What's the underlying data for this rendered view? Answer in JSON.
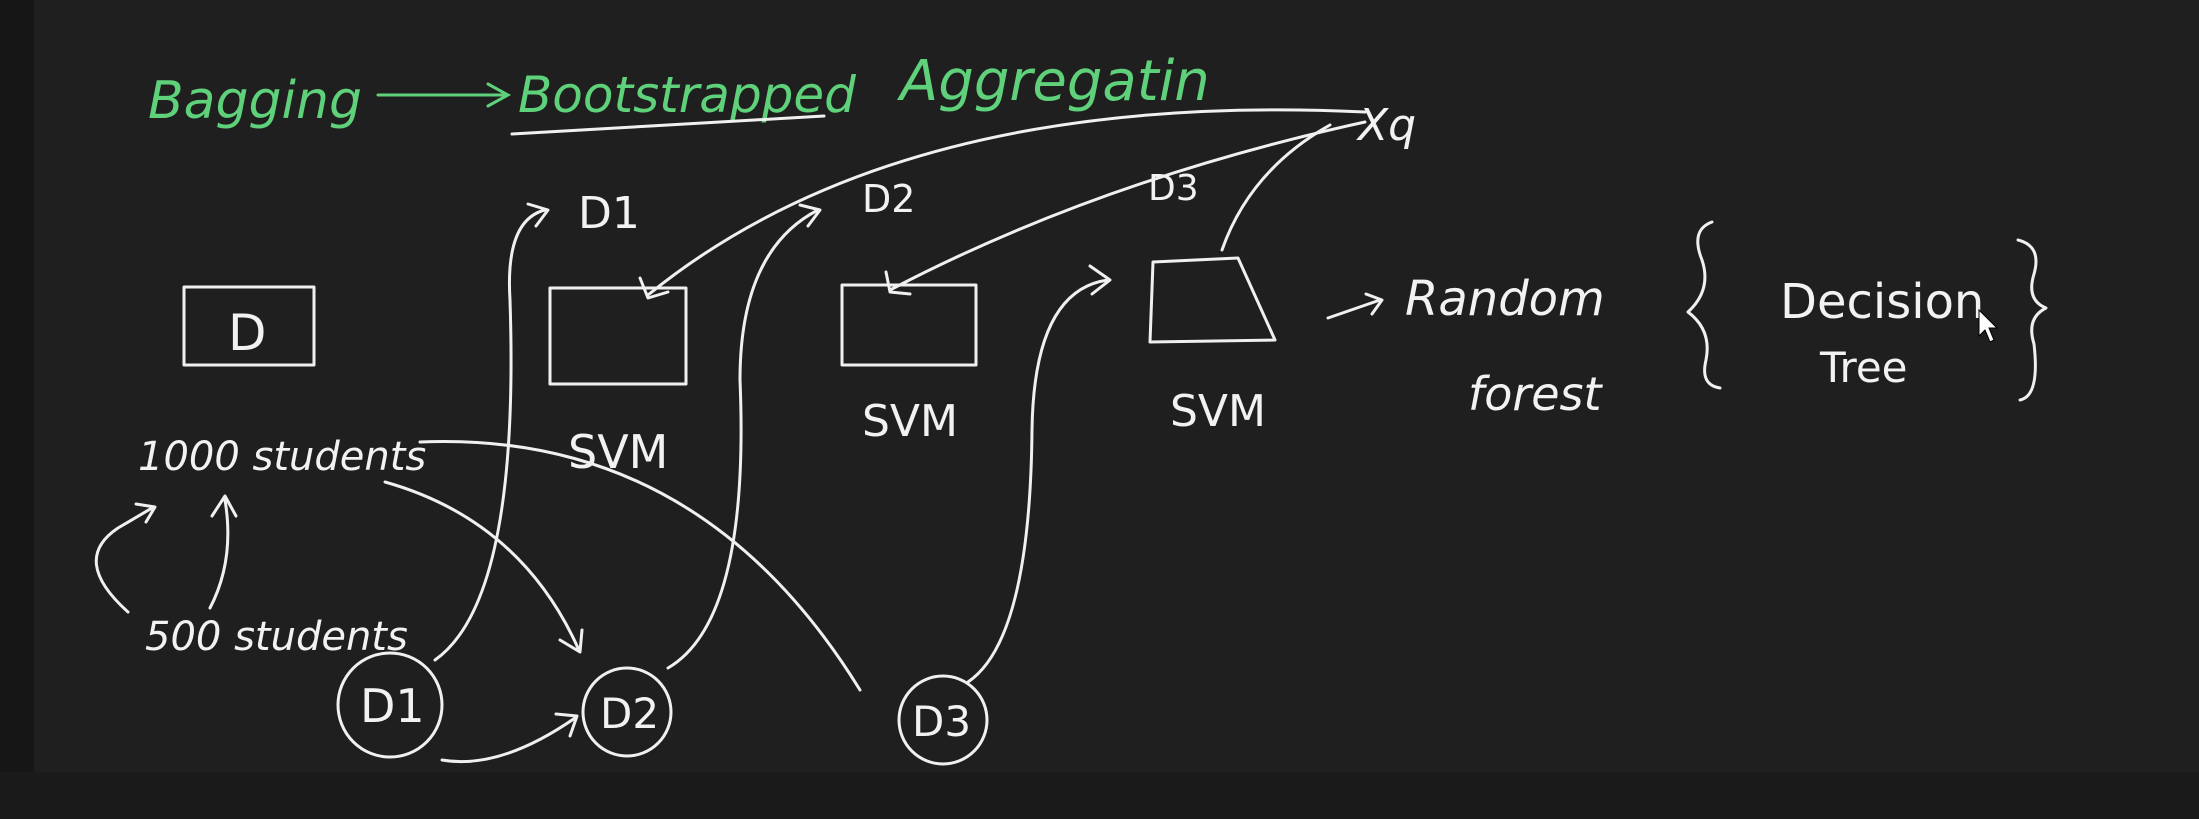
{
  "title": {
    "bagging": "Bagging",
    "bootstrapped": "Bootstrapped",
    "aggregation": "Aggregatin"
  },
  "query": "Xq",
  "dataset": {
    "label": "D",
    "count_text": "1000 students",
    "sample_text": "500 students"
  },
  "samples": [
    "D1",
    "D2",
    "D3"
  ],
  "subsets": [
    "D1",
    "D2",
    "D3"
  ],
  "models": [
    "SVM",
    "SVM",
    "SVM"
  ],
  "random_forest": {
    "line1": "Random",
    "line2": "forest",
    "inner_line1": "Decision",
    "inner_line2": "Tree"
  },
  "colors": {
    "background": "#1f1f1f",
    "chalk": "#f0f0f0",
    "green": "#5ed17a"
  }
}
